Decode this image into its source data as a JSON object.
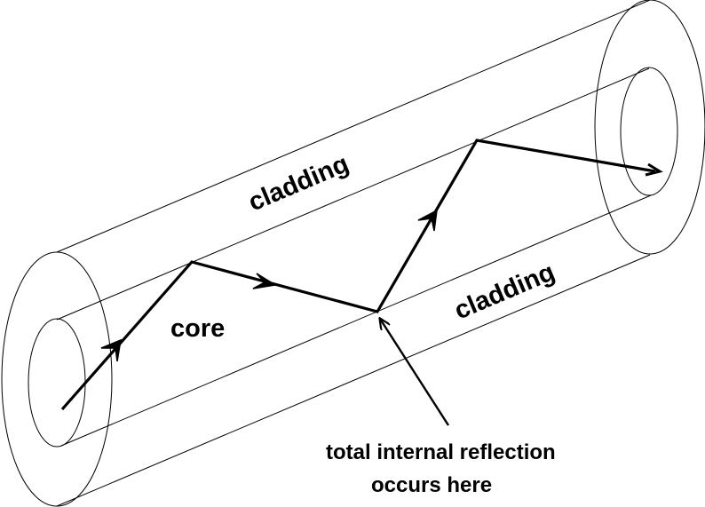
{
  "diagram": {
    "title": "Optical fiber total internal reflection",
    "labels": {
      "cladding_top": "cladding",
      "cladding_bottom": "cladding",
      "core": "core",
      "annotation_line1": "total internal reflection",
      "annotation_line2": "occurs here"
    },
    "colors": {
      "background": "#ffffff",
      "ink": "#000000"
    },
    "components": [
      {
        "id": "fiber-cladding",
        "label": "cladding"
      },
      {
        "id": "fiber-core",
        "label": "core"
      },
      {
        "id": "light-ray",
        "segments": 4,
        "reflections": 3
      },
      {
        "id": "reflection-pointer",
        "points_to": "reflection at core-cladding boundary"
      }
    ]
  }
}
